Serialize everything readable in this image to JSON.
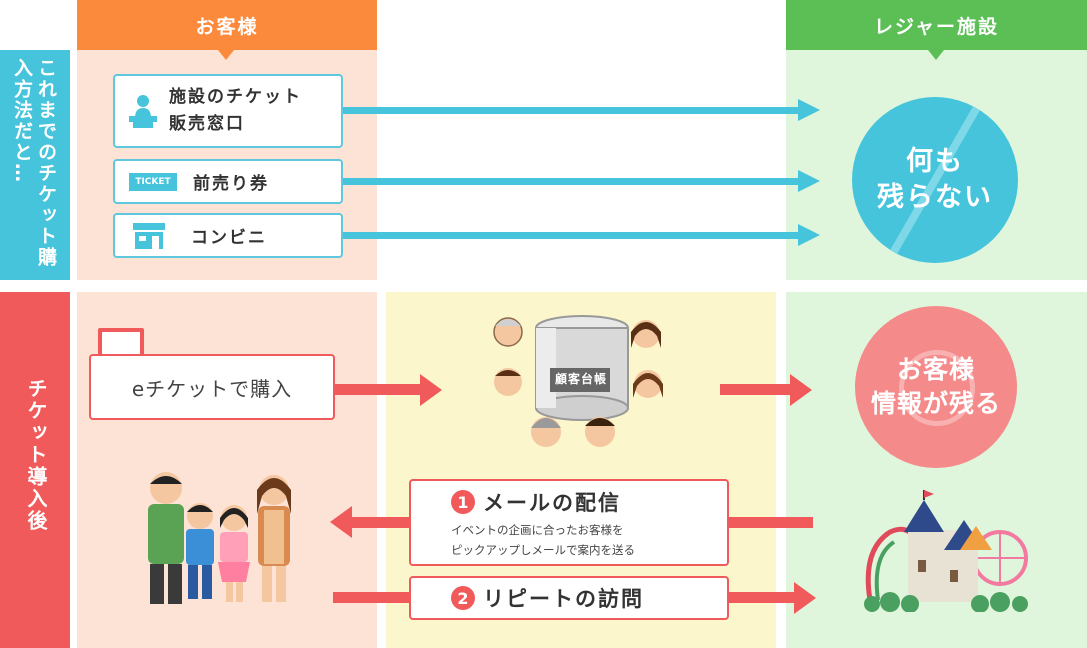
{
  "headers": {
    "customer": "お客様",
    "leisure": "レジャー施設"
  },
  "side_labels": {
    "before": "これまでのチケット購入方法だと…",
    "after": "チケット導入後"
  },
  "old_methods": [
    {
      "label": "施設のチケット\n販売窓口",
      "icon": "person-counter-icon"
    },
    {
      "label": "前売り券",
      "icon": "ticket-icon",
      "icon_text": "TICKET"
    },
    {
      "label": "コンビニ",
      "icon": "convenience-store-icon"
    }
  ],
  "nothing_left": "何も\n残らない",
  "eticket_label": "eチケットで購入",
  "ledger_label": "顧客台帳",
  "info_left": "お客様\n情報が残る",
  "mail": {
    "number": "1",
    "title": "メールの配信",
    "desc": "イベントの企画に合ったお客様を\nピックアップしメールで案内を送る"
  },
  "repeat": {
    "number": "2",
    "title": "リピートの訪問"
  },
  "colors": {
    "orange": "#fb8a3c",
    "green": "#5cbf55",
    "blue": "#45c4dc",
    "red": "#f05a5a",
    "peach": "#fde3d6",
    "lightgreen": "#e0f6dc",
    "cream": "#fcf6cd"
  }
}
